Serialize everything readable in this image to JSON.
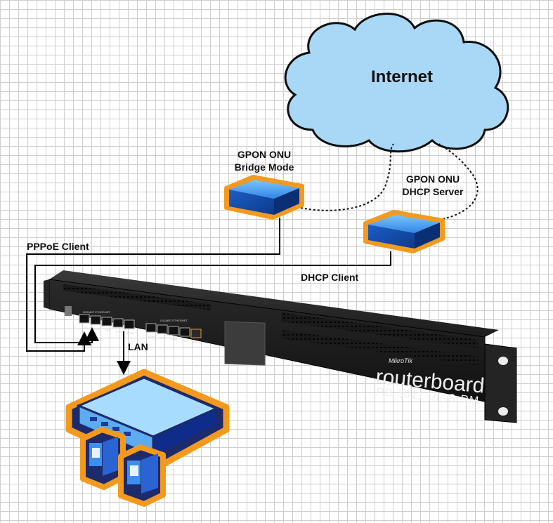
{
  "cloud": {
    "label": "Internet"
  },
  "onu_bridge": {
    "line1": "GPON ONU",
    "line2": "Bridge Mode"
  },
  "onu_dhcp": {
    "line1": "GPON ONU",
    "line2": "DHCP Server"
  },
  "links": {
    "pppoe": "PPPoE Client",
    "dhcp": "DHCP Client",
    "lan": "LAN"
  },
  "router": {
    "brand": "MikroTik",
    "product": "routerboard",
    "model": "RB 3011 UiAS-RM",
    "group1_label": "GIGABIT ETHERNET",
    "group2_label": "GIGABIT ETHERNET",
    "ports_group1": [
      "ETH1",
      "ETH2",
      "ETH3",
      "ETH4",
      "ETH5"
    ],
    "ports_group2": [
      "ETH6",
      "ETH7",
      "ETH8",
      "ETH9",
      "ETH10"
    ]
  },
  "colors": {
    "cloud_fill": "#a9d8f7",
    "device_border": "#f39a1e",
    "device_blue": "#1f6fd6",
    "switch_navy": "#1d2a6b",
    "router_body": "#1d1d1d"
  }
}
